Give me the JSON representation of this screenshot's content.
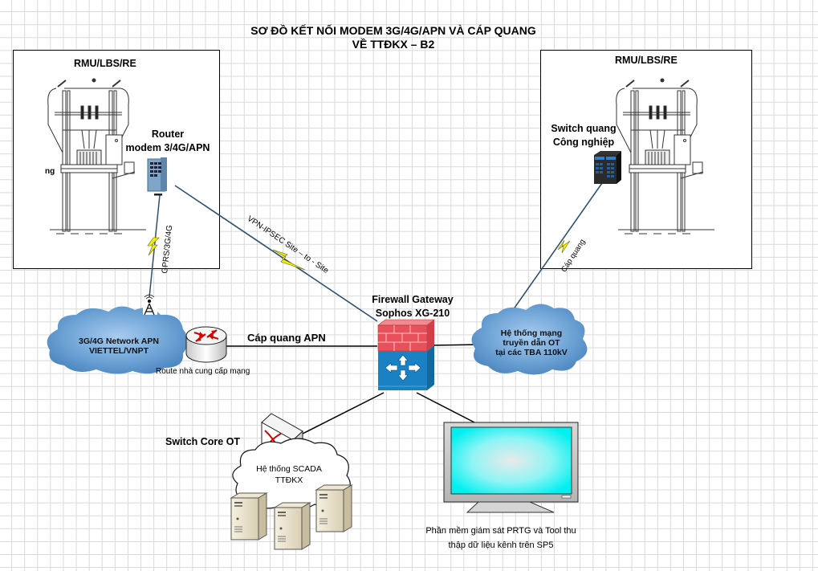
{
  "diagram": {
    "title_line1": "SƠ ĐỒ KẾT NỐI MODEM 3G/4G/APN VÀ CÁP QUANG",
    "title_line2": "VỀ TTĐKX – B2",
    "left_site": {
      "heading": "RMU/LBS/RE",
      "cut_label": "ng",
      "device_label_line1": "Router",
      "device_label_line2": "modem 3/4G/APN"
    },
    "right_site": {
      "heading": "RMU/LBS/RE",
      "device_label_line1": "Switch quang",
      "device_label_line2": "Công nghiệp"
    },
    "links": {
      "gprs": "GPRS/3G/4G",
      "vpn": "VPN-IPSEC Site – to - Site",
      "right_fiber": "Cáp quang",
      "apn_fiber": "Cáp quang APN"
    },
    "apn_cloud": {
      "line1": "3G/4G Network APN",
      "line2": "VIETTEL/VNPT"
    },
    "provider_router_label": "Route nhà cung cấp mạng",
    "firewall": {
      "line1": "Firewall Gateway",
      "line2": "Sophos XG-210"
    },
    "ot_cloud": {
      "line1": "Hệ thống mạng",
      "line2": "truyền dẫn OT",
      "line3": "tại các TBA 110kV"
    },
    "switch_core_label": "Switch Core OT",
    "scada_cloud": {
      "line1": "Hệ thống SCADA",
      "line2": "TTĐKX"
    },
    "monitor_caption_line1": "Phần mềm giám sát PRTG và Tool thu",
    "monitor_caption_line2": "thập dữ liệu kênh trên SP5",
    "colors": {
      "firewall_brick": "#e8515b",
      "firewall_body": "#1a82c4",
      "cloud_blue": "#6fa4d6",
      "lightning": "#f0f000",
      "link_line": "#2f5070",
      "screen": "#00f0f0",
      "router_arrow": "#d40000"
    }
  }
}
